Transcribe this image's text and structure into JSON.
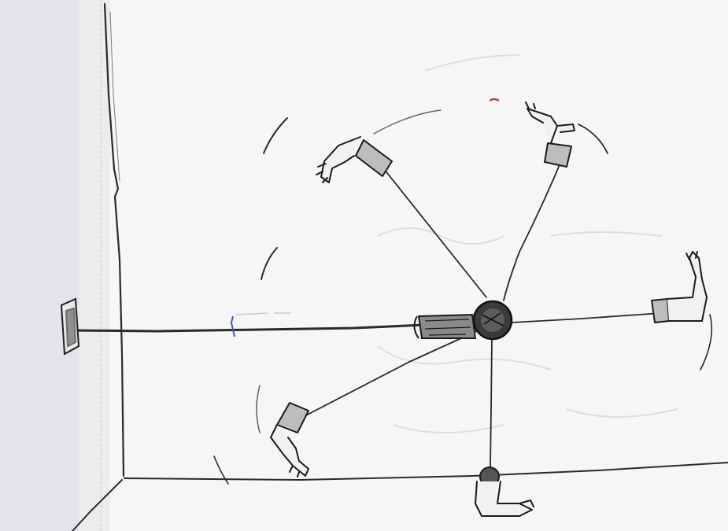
{
  "scene": {
    "kind": "hand-drawn pencil sketch",
    "text": []
  },
  "palette": {
    "paper": "#f6f6f7",
    "shadow": "#e2e2e6",
    "ink": "#2b2b2b",
    "ink_dark": "#141414",
    "ghost": "#d9dbe0",
    "accent_red": "#c0392b",
    "accent_blue": "#4a55b5"
  },
  "hands_sketch": {
    "arm_count": 6,
    "poses": [
      "upper-left",
      "upper-right",
      "right",
      "lower-left",
      "bottom",
      "left"
    ]
  }
}
